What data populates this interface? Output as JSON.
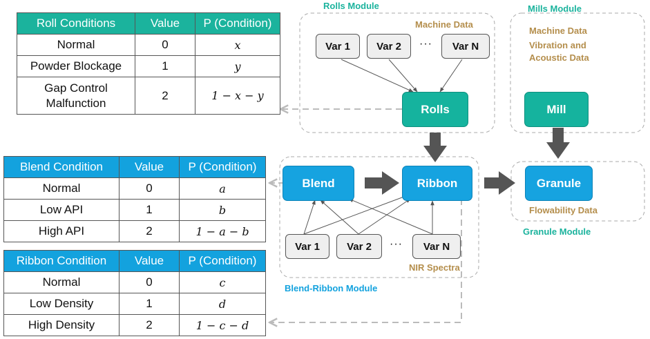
{
  "roll_table": {
    "headers": [
      "Roll Conditions",
      "Value",
      "P (Condition)"
    ],
    "rows": [
      [
        "Normal",
        "0",
        "x"
      ],
      [
        "Powder Blockage",
        "1",
        "y"
      ],
      [
        "Gap Control\nMalfunction",
        "2",
        "1 − x − y"
      ]
    ]
  },
  "blend_table": {
    "headers": [
      "Blend Condition",
      "Value",
      "P (Condition)"
    ],
    "rows": [
      [
        "Normal",
        "0",
        "a"
      ],
      [
        "Low API",
        "1",
        "b"
      ],
      [
        "High API",
        "2",
        "1 − a − b"
      ]
    ]
  },
  "ribbon_table": {
    "headers": [
      "Ribbon Condition",
      "Value",
      "P (Condition)"
    ],
    "rows": [
      [
        "Normal",
        "0",
        "c"
      ],
      [
        "Low Density",
        "1",
        "d"
      ],
      [
        "High Density",
        "2",
        "1 − c − d"
      ]
    ]
  },
  "modules": {
    "rolls": {
      "title": "Rolls Module",
      "data_label": "Machine Data",
      "node": "Rolls",
      "vars": [
        "Var 1",
        "Var 2",
        "Var N"
      ],
      "ellipsis": "···"
    },
    "mills": {
      "title": "Mills Module",
      "data_label_1": "Machine Data",
      "data_label_2": "Vibration and",
      "data_label_3": "Acoustic Data",
      "node": "Mill"
    },
    "blend_ribbon": {
      "title": "Blend-Ribbon Module",
      "data_label": "NIR Spectra",
      "blend_node": "Blend",
      "ribbon_node": "Ribbon",
      "vars": [
        "Var 1",
        "Var 2",
        "Var N"
      ],
      "ellipsis": "···"
    },
    "granule": {
      "title": "Granule Module",
      "data_label": "Flowability Data",
      "node": "Granule"
    }
  },
  "colors": {
    "teal": "#1bb39d",
    "blue": "#13a2de",
    "gold": "#b48e4c",
    "arrow_gray": "#555555",
    "dashed_gray": "#bbbbbb"
  }
}
